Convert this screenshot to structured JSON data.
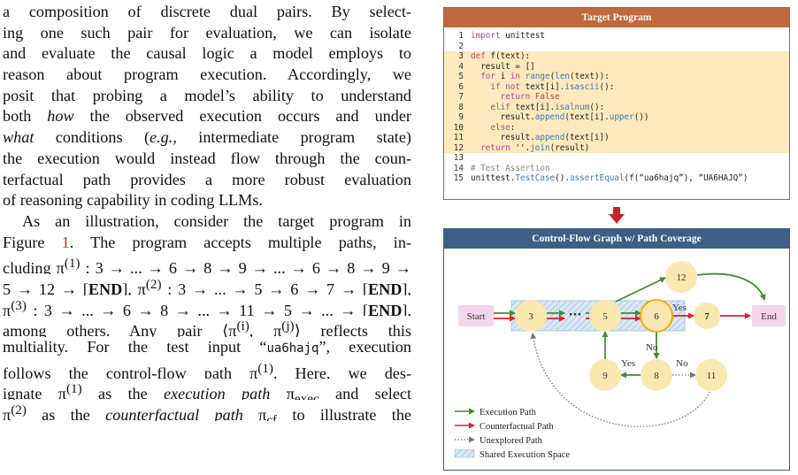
{
  "text_lines": [
    {
      "parts": [
        "a composition of discrete dual pairs.  By select-"
      ]
    },
    {
      "parts": [
        "ing one such pair for evaluation, we can isolate"
      ]
    },
    {
      "parts": [
        "and evaluate the causal logic a model employs to"
      ]
    },
    {
      "parts": [
        "reason about program execution. Accordingly, we"
      ]
    },
    {
      "parts": [
        "posit that probing a model’s ability to understand"
      ]
    },
    {
      "parts": [
        "both ",
        {
          "i": "how"
        },
        " the observed execution occurs and under"
      ]
    },
    {
      "parts": [
        {
          "i": "what"
        },
        " conditions (",
        {
          "i": "e.g."
        },
        ", intermediate program state)"
      ]
    },
    {
      "parts": [
        "the execution would instead flow through the coun-"
      ]
    },
    {
      "parts": [
        "terfactual path provides a more robust evaluation"
      ]
    },
    {
      "parts": [
        "of reasoning capability in coding LLMs."
      ],
      "last": true
    },
    {
      "parts": [
        "As an illustration, consider the target program in"
      ],
      "indent": true
    },
    {
      "parts": [
        "Figure ",
        {
          "ref": "1"
        },
        ". The program accepts multiple paths, in-"
      ]
    },
    {
      "parts": [
        "cluding π",
        {
          "sup": "(1)"
        },
        " : 3 → ... → 6 → 8 → 9 → ... → 6 → 8 → 9 →"
      ]
    },
    {
      "parts": [
        "5 → 12 → [",
        {
          "b": "END"
        },
        "], π",
        {
          "sup": "(2)"
        },
        " : 3 → ... → 5 → 6 → 7 → [",
        {
          "b": "END"
        },
        "],"
      ]
    },
    {
      "parts": [
        "π",
        {
          "sup": "(3)"
        },
        " : 3 → ... → 6 → 8 → ... → 11 → 5 → ... → [",
        {
          "b": "END"
        },
        "],"
      ]
    },
    {
      "parts": [
        "among others.  Any pair ⟨π",
        {
          "sup": "(i)"
        },
        ", π",
        {
          "sup": "(j)"
        },
        "⟩ reflects this"
      ]
    },
    {
      "parts": [
        "multiality. For the test input “",
        {
          "mono": "ua6hajq"
        },
        "”, execution"
      ]
    },
    {
      "parts": [
        "follows the control-flow path π",
        {
          "sup": "(1)"
        },
        ". Here, we des-"
      ]
    },
    {
      "parts": [
        "ignate π",
        {
          "sup": "(1)"
        },
        " as the ",
        {
          "i": "execution path"
        },
        " π",
        {
          "sub": "exec"
        },
        " and select"
      ]
    },
    {
      "parts": [
        "π",
        {
          "sup": "(2)"
        },
        " as the ",
        {
          "i": "counterfactual path"
        },
        " π",
        {
          "sub": "cf"
        },
        " to illustrate the"
      ]
    }
  ],
  "code_panel": {
    "title": "Target Program",
    "lines": [
      {
        "n": "1",
        "hl": false,
        "tokens": [
          [
            "kw",
            "import"
          ],
          [
            "",
            " unittest"
          ]
        ]
      },
      {
        "n": "2",
        "hl": false,
        "tokens": []
      },
      {
        "n": "3",
        "hl": true,
        "tokens": [
          [
            "kw",
            "def"
          ],
          [
            "",
            " f(text):"
          ]
        ]
      },
      {
        "n": "4",
        "hl": true,
        "tokens": [
          [
            "",
            "  result = []"
          ]
        ]
      },
      {
        "n": "5",
        "hl": true,
        "tokens": [
          [
            "",
            "  "
          ],
          [
            "kw",
            "for"
          ],
          [
            "",
            " i "
          ],
          [
            "kw",
            "in"
          ],
          [
            "",
            " "
          ],
          [
            "bi",
            "range"
          ],
          [
            "",
            "("
          ],
          [
            "bi",
            "len"
          ],
          [
            "",
            "(text)):"
          ]
        ]
      },
      {
        "n": "6",
        "hl": true,
        "tokens": [
          [
            "",
            "    "
          ],
          [
            "kw",
            "if not"
          ],
          [
            "",
            " text[i]."
          ],
          [
            "bi",
            "isascii"
          ],
          [
            "",
            "():"
          ]
        ]
      },
      {
        "n": "7",
        "hl": true,
        "tokens": [
          [
            "",
            "      "
          ],
          [
            "kw",
            "return"
          ],
          [
            "",
            " "
          ],
          [
            "st",
            "False"
          ]
        ]
      },
      {
        "n": "8",
        "hl": true,
        "tokens": [
          [
            "",
            "    "
          ],
          [
            "kw",
            "elif"
          ],
          [
            "",
            " text[i]."
          ],
          [
            "bi",
            "isalnum"
          ],
          [
            "",
            "():"
          ]
        ]
      },
      {
        "n": "9",
        "hl": true,
        "tokens": [
          [
            "",
            "      result."
          ],
          [
            "bi",
            "append"
          ],
          [
            "",
            "(text[i]."
          ],
          [
            "bi",
            "upper"
          ],
          [
            "",
            "())"
          ]
        ]
      },
      {
        "n": "10",
        "hl": true,
        "tokens": [
          [
            "",
            "    "
          ],
          [
            "kw",
            "else"
          ],
          [
            "",
            ":"
          ]
        ]
      },
      {
        "n": "11",
        "hl": true,
        "tokens": [
          [
            "",
            "      result."
          ],
          [
            "bi",
            "append"
          ],
          [
            "",
            "(text[i])"
          ]
        ]
      },
      {
        "n": "12",
        "hl": true,
        "tokens": [
          [
            "",
            "  "
          ],
          [
            "kw",
            "return"
          ],
          [
            "",
            " ''."
          ],
          [
            "bi",
            "join"
          ],
          [
            "",
            "(result)"
          ]
        ]
      },
      {
        "n": "13",
        "hl": false,
        "tokens": []
      },
      {
        "n": "14",
        "hl": false,
        "tokens": [
          [
            "cm",
            "# Test Assertion"
          ]
        ]
      },
      {
        "n": "15",
        "hl": false,
        "tokens": [
          [
            "",
            "unittest."
          ],
          [
            "bi",
            "TestCase"
          ],
          [
            "",
            "()."
          ],
          [
            "bi",
            "assertEqual"
          ],
          [
            "",
            "(f(“ua6hajq”), “UA6HAJQ”)"
          ]
        ]
      }
    ]
  },
  "cfg_panel": {
    "title": "Control-Flow Graph w/ Path Coverage",
    "nodes": {
      "start": "Start",
      "n3": "3",
      "dots": "···",
      "n5": "5",
      "n6": "6",
      "n7": "7",
      "end": "End",
      "n12": "12",
      "n8": "8",
      "n9": "9",
      "n11": "11"
    },
    "edge_labels": {
      "yes_6_7": "Yes",
      "no_6_8": "No",
      "yes_8_9": "Yes",
      "no_8_11": "No"
    },
    "legend": [
      {
        "key": "execution",
        "label": "Execution Path"
      },
      {
        "key": "counterfactual",
        "label": "Counterfactual Path"
      },
      {
        "key": "unexplored",
        "label": "Unexplored Path"
      },
      {
        "key": "shared",
        "label": "Shared Execution Space"
      }
    ]
  },
  "colors": {
    "code_header": "#c1693c",
    "code_highlight": "#fde9bd",
    "cfg_header": "#3d5f86",
    "execution": "#3e8e2e",
    "counterfactual": "#e02020",
    "unexplored": "#777777",
    "node_fill": "#fbe7b0",
    "terminal_fill": "#f6d6ec",
    "highlight_ring": "#f5a300",
    "down_arrow": "#c62828"
  }
}
